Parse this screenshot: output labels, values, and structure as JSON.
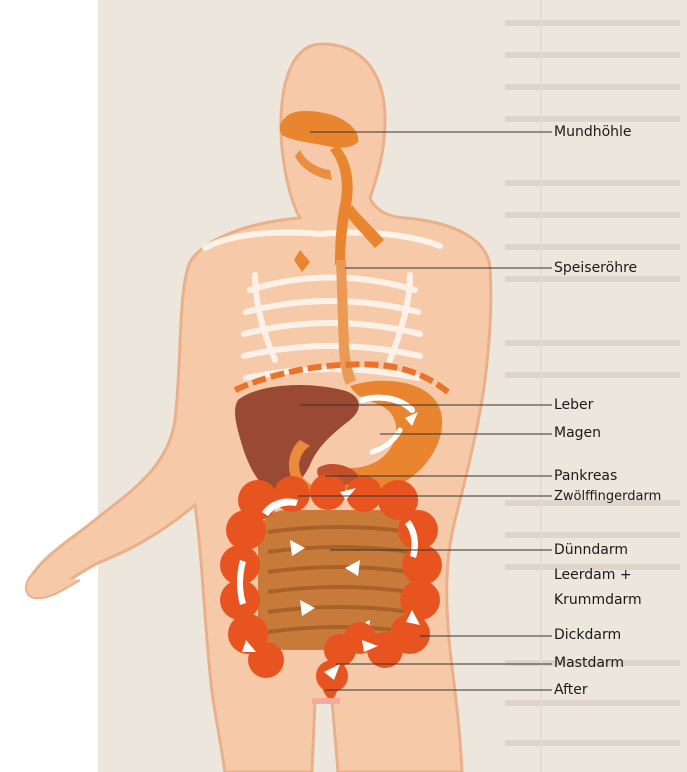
{
  "labels": {
    "mouth": "Mundhöhle",
    "esophagus": "Speiseröhre",
    "liver": "Leber",
    "stomach": "Magen",
    "pancreas": "Pankreas",
    "duodenum": "Zwölffingerdarm",
    "small_intestine_1": "Dünndarm",
    "small_intestine_2": "Leerdam +",
    "small_intestine_3": "Krummdarm",
    "colon": "Dickdarm",
    "rectum": "Mastdarm",
    "anus": "After"
  },
  "colors": {
    "background": "#ece6dd",
    "skin": "#f6c9a8",
    "skin_outline": "#eab08a",
    "organ_orange": "#e9842f",
    "liver": "#9a4a32",
    "intestine": "#e8541f",
    "leader_line": "#333333"
  }
}
